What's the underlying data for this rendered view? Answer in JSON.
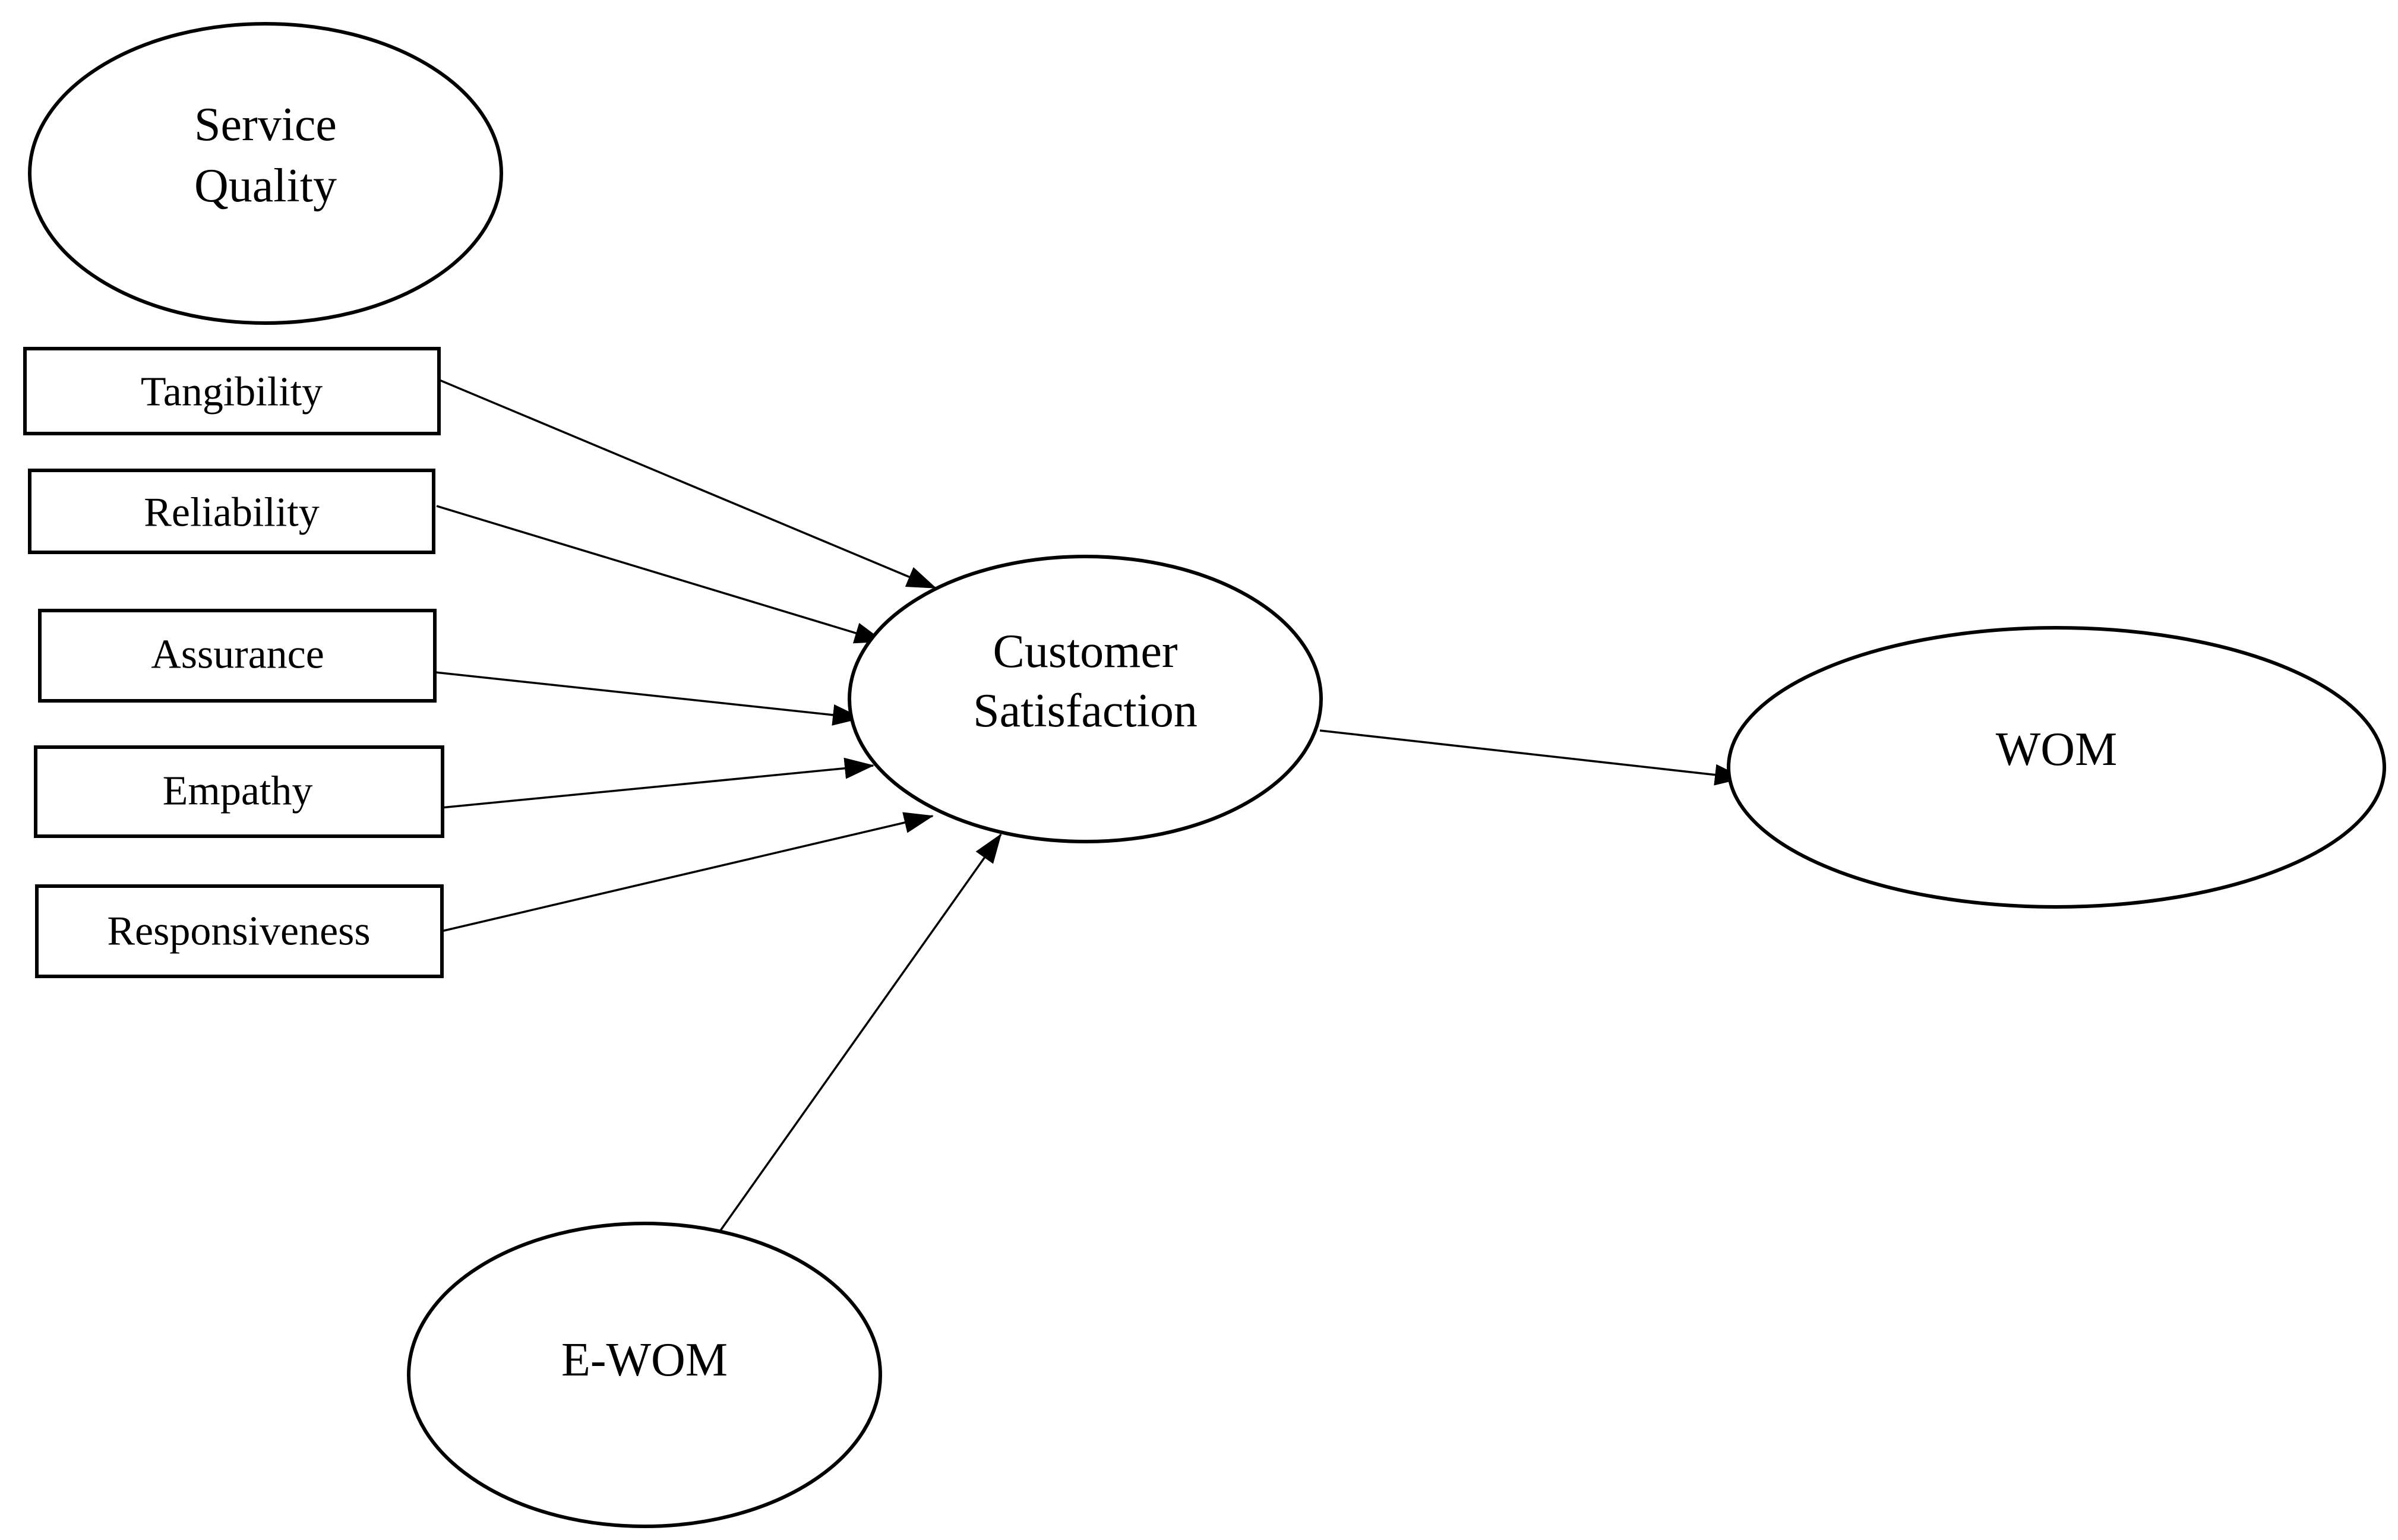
{
  "diagram": {
    "type": "path-model",
    "colors": {
      "stroke": "#000000",
      "fill": "#ffffff",
      "text": "#000000"
    },
    "nodes": {
      "service_quality": {
        "shape": "ellipse",
        "lines": [
          "Service",
          "Quality"
        ]
      },
      "tangibility": {
        "shape": "rectangle",
        "label": "Tangibility"
      },
      "reliability": {
        "shape": "rectangle",
        "label": "Reliability"
      },
      "assurance": {
        "shape": "rectangle",
        "label": "Assurance"
      },
      "empathy": {
        "shape": "rectangle",
        "label": "Empathy"
      },
      "responsiveness": {
        "shape": "rectangle",
        "label": "Responsiveness"
      },
      "customer_satisfaction": {
        "shape": "ellipse",
        "lines": [
          "Customer",
          "Satisfaction"
        ]
      },
      "wom": {
        "shape": "ellipse",
        "label": "WOM"
      },
      "ewom": {
        "shape": "ellipse",
        "label": "E-WOM"
      }
    },
    "edges": [
      {
        "from": "tangibility",
        "to": "customer_satisfaction"
      },
      {
        "from": "reliability",
        "to": "customer_satisfaction"
      },
      {
        "from": "assurance",
        "to": "customer_satisfaction"
      },
      {
        "from": "empathy",
        "to": "customer_satisfaction"
      },
      {
        "from": "responsiveness",
        "to": "customer_satisfaction"
      },
      {
        "from": "ewom",
        "to": "customer_satisfaction"
      },
      {
        "from": "customer_satisfaction",
        "to": "wom"
      }
    ]
  }
}
